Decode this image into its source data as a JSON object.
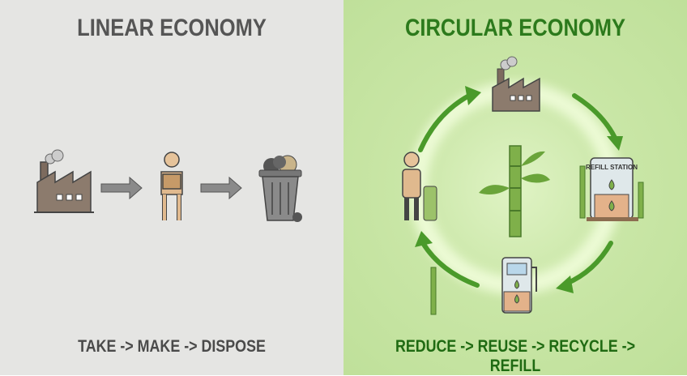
{
  "linear": {
    "title": "LINEAR ECONOMY",
    "tagline": "TAKE -> MAKE -> DISPOSE",
    "icons": [
      "factory-icon",
      "arrow-right-icon",
      "worker-with-box-icon",
      "arrow-right-icon",
      "trash-can-icon"
    ]
  },
  "circular": {
    "title": "CIRCULAR ECONOMY",
    "tagline": "REDUCE -> REUSE -> RECYCLE -> REFILL",
    "refill_station_label": "REFILL STATION",
    "icons": [
      "factory-icon",
      "refill-station-icon",
      "fuel-pump-icon",
      "person-with-container-icon",
      "bamboo-icon",
      "cycle-arrow-icon"
    ]
  },
  "colors": {
    "linear_bg": "#e5e5e3",
    "circular_bg": "#c9e6a6",
    "circular_title": "#2c7a1c",
    "arrow_green": "#4a9a2a",
    "bamboo": "#7fb04a"
  }
}
